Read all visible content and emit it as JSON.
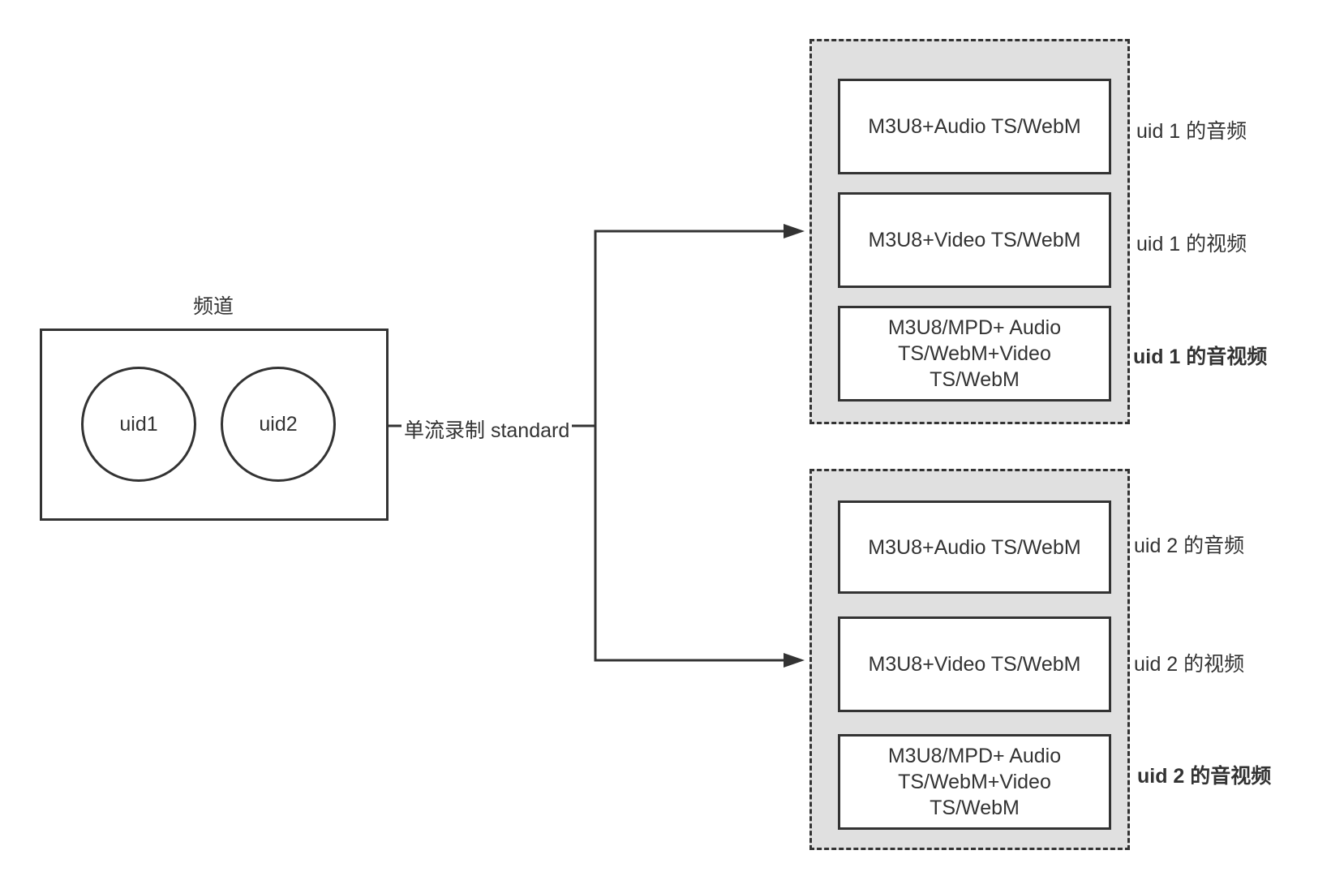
{
  "channel": {
    "title": "频道",
    "uids": [
      "uid1",
      "uid2"
    ]
  },
  "connector_label": "单流录制 standard",
  "groups": [
    {
      "boxes": [
        "M3U8+Audio TS/WebM",
        "M3U8+Video TS/WebM",
        "M3U8/MPD+ Audio TS/WebM+Video TS/WebM"
      ],
      "labels": [
        "uid 1 的音频",
        "uid 1 的视频",
        "uid 1 的音视频"
      ]
    },
    {
      "boxes": [
        "M3U8+Audio TS/WebM",
        "M3U8+Video TS/WebM",
        "M3U8/MPD+ Audio TS/WebM+Video TS/WebM"
      ],
      "labels": [
        "uid 2 的音频",
        "uid 2 的视频",
        "uid 2 的音视频"
      ]
    }
  ],
  "colors": {
    "stroke": "#333333",
    "group_fill": "#e0e0e0",
    "box_fill": "#ffffff"
  }
}
